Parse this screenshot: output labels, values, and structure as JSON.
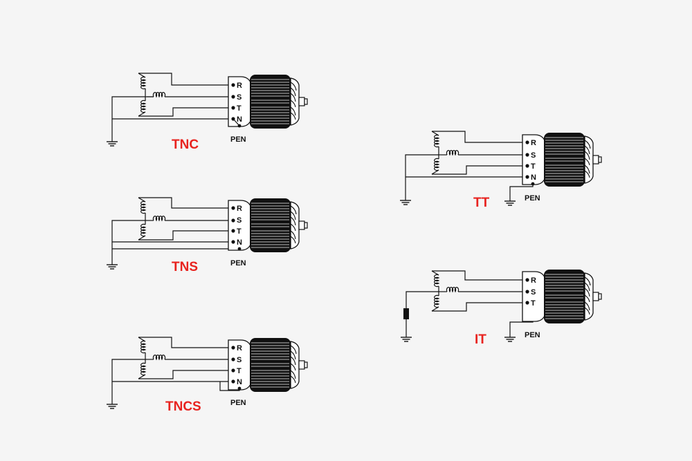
{
  "colors": {
    "background": "#f5f5f5",
    "line": "#111111",
    "label": "#e8231f"
  },
  "diagrams": [
    {
      "system": "TNC",
      "terminals": [
        "R",
        "S",
        "T",
        "N"
      ],
      "pen_label": "PEN"
    },
    {
      "system": "TNS",
      "terminals": [
        "R",
        "S",
        "T",
        "N"
      ],
      "pen_label": "PEN"
    },
    {
      "system": "TNCS",
      "terminals": [
        "R",
        "S",
        "T",
        "N"
      ],
      "pen_label": "PEN"
    },
    {
      "system": "TT",
      "terminals": [
        "R",
        "S",
        "T",
        "N"
      ],
      "pen_label": "PEN"
    },
    {
      "system": "IT",
      "terminals": [
        "R",
        "S",
        "T"
      ],
      "pen_label": "PEN"
    }
  ]
}
